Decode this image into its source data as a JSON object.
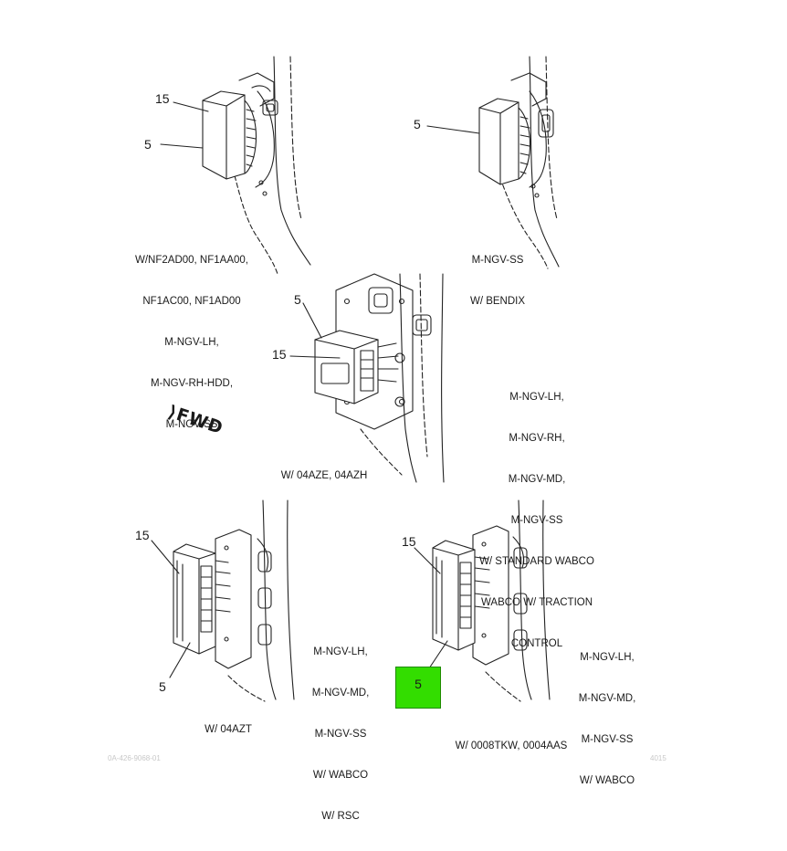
{
  "views": [
    {
      "id": "view-top-left",
      "callouts": [
        "15",
        "5"
      ],
      "caption": [
        "W/NF2AD00, NF1AA00,",
        "NF1AC00, NF1AD00",
        "M-NGV-LH,",
        "M-NGV-RH-HDD,",
        "M-NGV-SS"
      ]
    },
    {
      "id": "view-top-right",
      "callouts": [
        "5"
      ],
      "caption": [
        "M-NGV-SS",
        "W/ BENDIX"
      ]
    },
    {
      "id": "view-middle",
      "callouts": [
        "5",
        "15"
      ],
      "caption": [
        "W/ 04AZE, 04AZH"
      ],
      "side_caption": [
        "M-NGV-LH,",
        "M-NGV-RH,",
        "M-NGV-MD,",
        "M-NGV-SS",
        "W/ STANDARD WABCO",
        "WABCO W/ TRACTION",
        "CONTROL"
      ]
    },
    {
      "id": "view-bottom-left",
      "callouts": [
        "15",
        "5"
      ],
      "caption": [
        "W/ 04AZT"
      ],
      "side_caption": [
        "M-NGV-LH,",
        "M-NGV-MD,",
        "M-NGV-SS",
        "W/ WABCO",
        "W/ RSC"
      ]
    },
    {
      "id": "view-bottom-right",
      "callouts": [
        "15"
      ],
      "highlighted_callout": "5",
      "caption": [
        "W/ 0008TKW, 0004AAS"
      ],
      "side_caption": [
        "M-NGV-LH,",
        "M-NGV-MD,",
        "M-NGV-SS",
        "W/ WABCO"
      ]
    }
  ],
  "fwd_label": "FWD",
  "highlight_color": "#33dd00",
  "footer": {
    "left": "0A-426-9068-01",
    "right": "4015"
  }
}
